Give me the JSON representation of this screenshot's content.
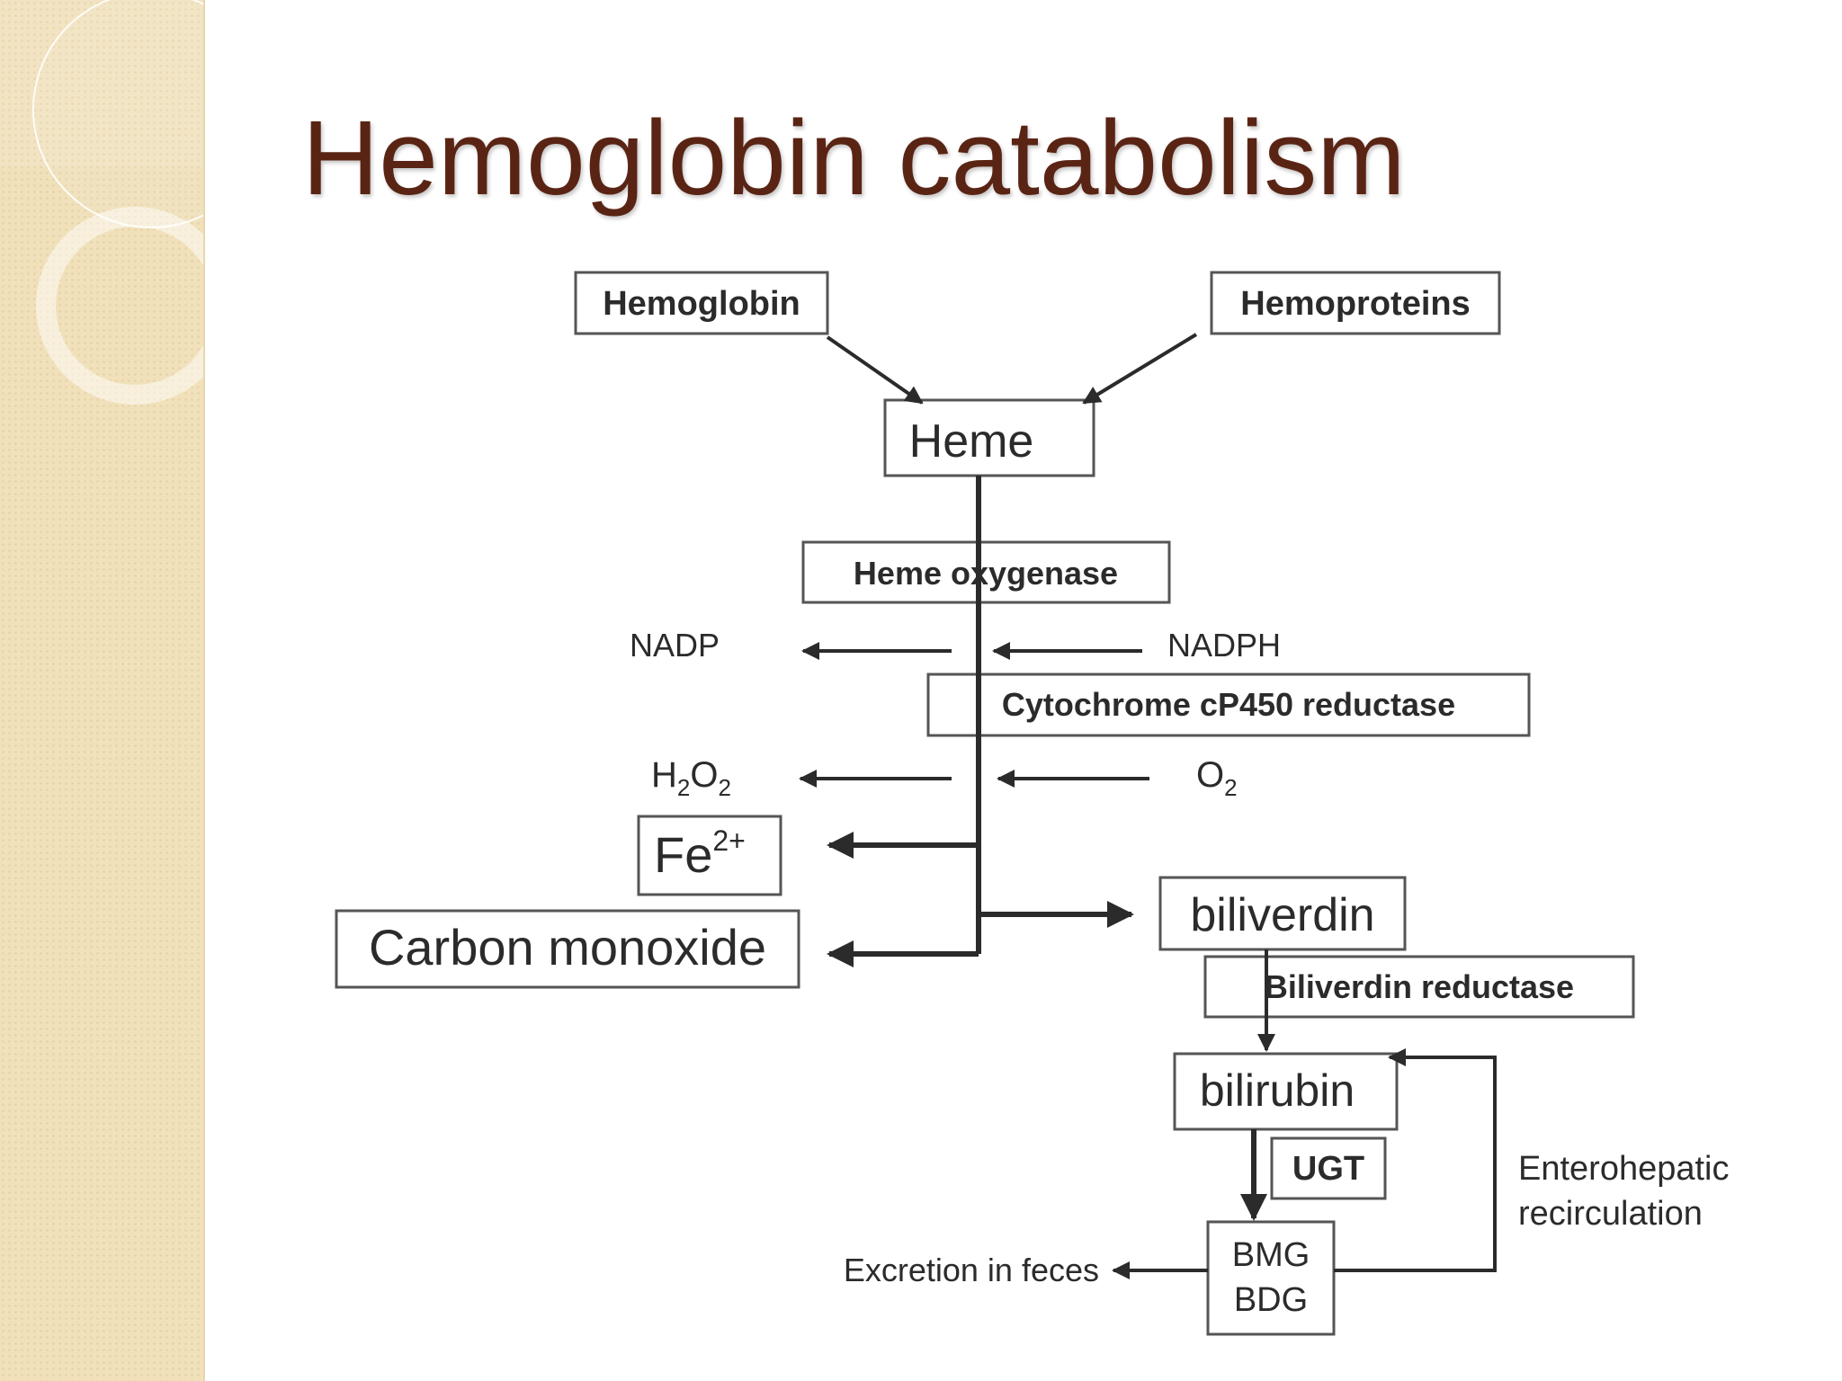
{
  "slide": {
    "title": "Hemoglobin catabolism"
  },
  "diagram": {
    "nodes": {
      "hemoglobin": "Hemoglobin",
      "hemoproteins": "Hemoproteins",
      "heme": "Heme",
      "heme_oxygenase": "Heme oxygenase",
      "nadp": "NADP",
      "nadph": "NADPH",
      "cytochrome": "Cytochrome cP450 reductase",
      "h2o2": {
        "h": "H",
        "sub1": "2",
        "o": "O",
        "sub2": "2"
      },
      "o2": {
        "o": "O",
        "sub": "2"
      },
      "fe": {
        "base": "Fe",
        "sup": "2+"
      },
      "carbon_monoxide": "Carbon monoxide",
      "biliverdin": "biliverdin",
      "biliverdin_reductase": "Biliverdin reductase",
      "bilirubin": "bilirubin",
      "ugt": "UGT",
      "bmg": "BMG",
      "bdg": "BDG",
      "excretion": "Excretion in feces",
      "enterohepatic_line1": "Enterohepatic",
      "enterohepatic_line2": "recirculation"
    }
  },
  "colors": {
    "title": "#5a2414",
    "sidebar": "#f1e1bb",
    "diagram_ink": "#2b2b2b",
    "box_border": "#555555"
  }
}
